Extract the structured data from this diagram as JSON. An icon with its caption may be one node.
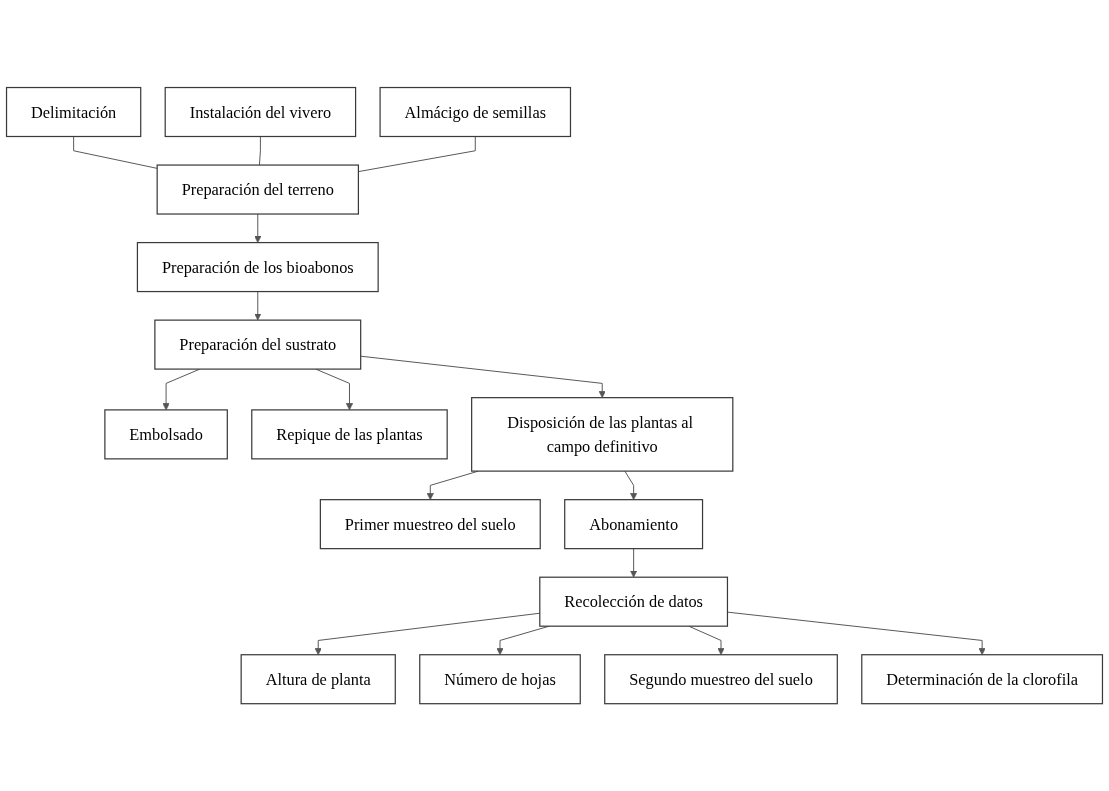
{
  "diagram": {
    "nodes": [
      {
        "text": [
          "Delimitación"
        ]
      },
      {
        "text": [
          "Instalación del vivero"
        ]
      },
      {
        "text": [
          "Almácigo de semillas"
        ]
      },
      {
        "text": [
          "Preparación del terreno"
        ]
      },
      {
        "text": [
          "Preparación de los bioabonos"
        ]
      },
      {
        "text": [
          "Preparación del sustrato"
        ]
      },
      {
        "text": [
          "Embolsado"
        ]
      },
      {
        "text": [
          "Repique de las plantas"
        ]
      },
      {
        "text": [
          "Disposición de las plantas al campo definitivo"
        ]
      },
      {
        "text": [
          "Primer muestreo del suelo"
        ]
      },
      {
        "text": [
          "Abonamiento"
        ]
      },
      {
        "text": [
          "Recolección de datos"
        ]
      },
      {
        "text": [
          "Altura de planta"
        ]
      },
      {
        "text": [
          "Número de hojas"
        ]
      },
      {
        "text": [
          "Segundo muestreo del suelo"
        ]
      },
      {
        "text": [
          "Determinación de la clorofila"
        ]
      }
    ],
    "edges": [
      {
        "from": 0,
        "to": 3,
        "arrow": "none"
      },
      {
        "from": 1,
        "to": 3,
        "arrow": "none"
      },
      {
        "from": 2,
        "to": 3,
        "arrow": "none"
      },
      {
        "from": 3,
        "to": 4,
        "arrow": "to"
      },
      {
        "from": 4,
        "to": 5,
        "arrow": "to"
      },
      {
        "from": 5,
        "to": 6,
        "arrow": "to"
      },
      {
        "from": 5,
        "to": 7,
        "arrow": "to"
      },
      {
        "from": 5,
        "to": 8,
        "arrow": "to"
      },
      {
        "from": 8,
        "to": 9,
        "arrow": "to"
      },
      {
        "from": 8,
        "to": 10,
        "arrow": "to"
      },
      {
        "from": 10,
        "to": 11,
        "arrow": "to"
      },
      {
        "from": 11,
        "to": 12,
        "arrow": "to"
      },
      {
        "from": 11,
        "to": 13,
        "arrow": "to"
      },
      {
        "from": 11,
        "to": 14,
        "arrow": "to"
      },
      {
        "from": 11,
        "to": 15,
        "arrow": "to"
      }
    ]
  }
}
